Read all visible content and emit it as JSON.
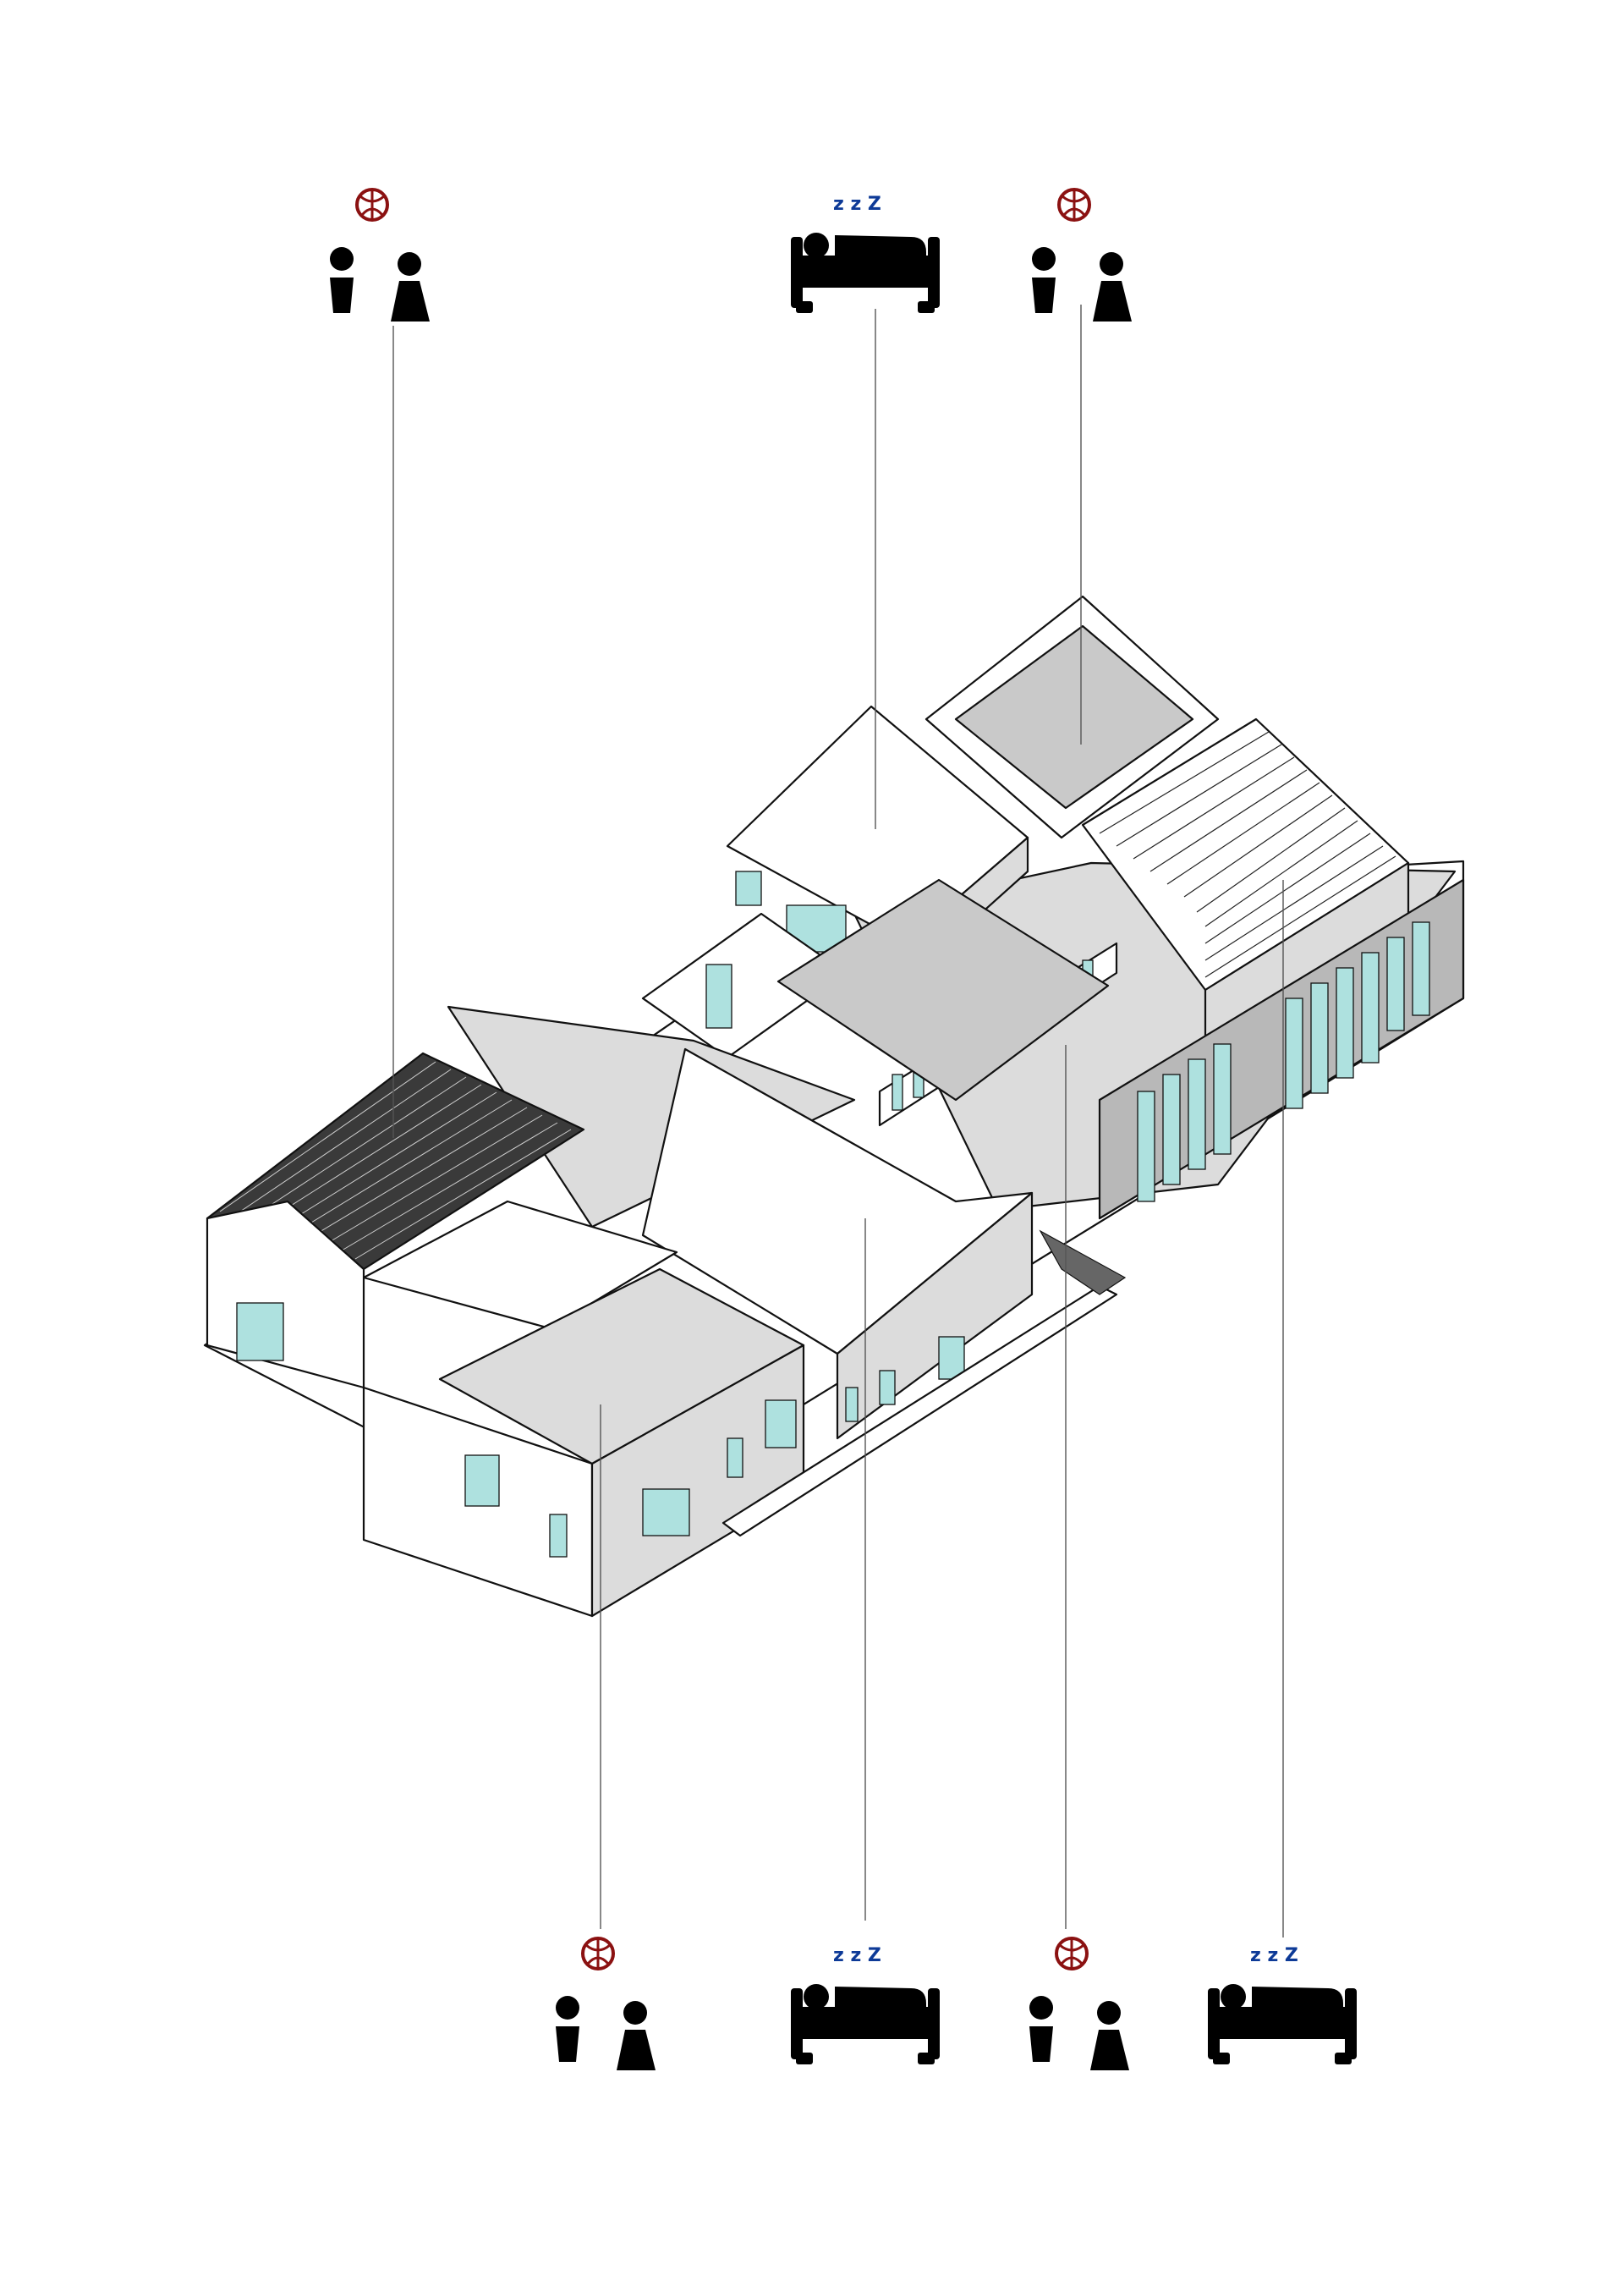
{
  "colors": {
    "play_icon": "#8b1111",
    "sleep_icon": "#0d3a97",
    "glazing": "#aee1df",
    "roof_grey": "#c9c9c9"
  },
  "icons": {
    "play": "children-playing-ball-icon",
    "sleep": "person-sleeping-in-bed-icon"
  },
  "sleep_label": "z z Z",
  "top_row": [
    "play",
    "sleep",
    "play"
  ],
  "bottom_row": [
    "play",
    "sleep",
    "play",
    "sleep"
  ]
}
